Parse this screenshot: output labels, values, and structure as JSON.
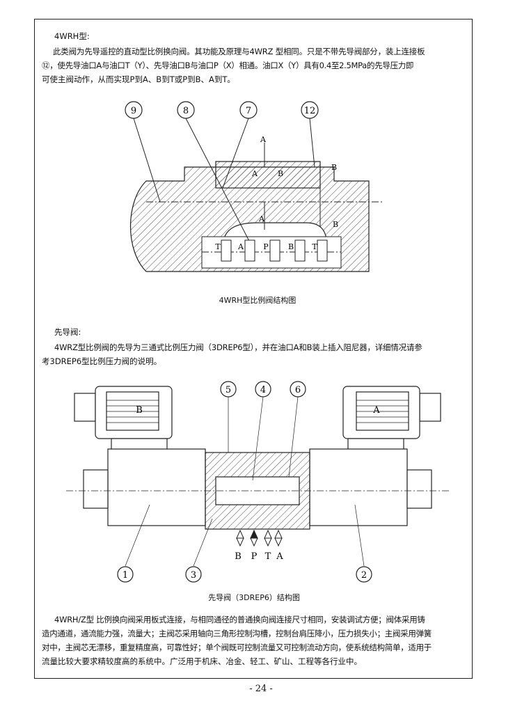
{
  "section1": {
    "heading": "4WRH型:",
    "para_lines": [
      "此类阀为先导遥控的直动型比例换向阀。其功能及原理与4WRZ 型相同。只是不带先导阀部分，装上连接板",
      "⑫，使先导油口A与油口T（Y）、先导油口B与油口P（X）相通。油口X（Y）具有0.4至2.5MPa的先导压力即",
      "可使主阀动作，从而实现P到A、B到T或P到B、A到T。"
    ]
  },
  "figure1": {
    "caption": "4WRH型比例阀结构图",
    "callouts": [
      "9",
      "8",
      "7",
      "12"
    ],
    "labels": {
      "a_top": "A",
      "b_right": "B",
      "a_mid": "A",
      "b_mid": "B",
      "a_low": "A",
      "port_t1": "T",
      "port_a": "A",
      "port_p": "P",
      "port_b": "B",
      "port_t2": "T",
      "b_low": "B"
    }
  },
  "section2": {
    "heading": "先导阀:",
    "para_lines": [
      "4WRZ型比例阀的先导为三通式比例压力阀（3DREP6型），并在油口A和B装上插入阻尼器，详细情况请参",
      "考3DREP6型比例压力阀的说明。"
    ]
  },
  "figure2": {
    "caption": "先导阀（3DREP6）结构图",
    "callouts_top": [
      "5",
      "4",
      "6"
    ],
    "callouts_bottom": [
      "1",
      "3",
      "2"
    ],
    "solenoid_left": "B",
    "solenoid_right": "A",
    "ports": [
      "B",
      "P",
      "T",
      "A"
    ]
  },
  "section3": {
    "para_lines": [
      "4WRH/Z型 比例换向阀采用板式连接，与相同通径的普通换向阀连接尺寸相同，安装调试方便；阀体采用铸",
      "造内通道，通流能力强，流量大；主阀芯采用轴向三角形控制沟槽，控制台肩压降小，压力损失小；主阀采用弹簧",
      "对中，主阀芯无漂移，重复精度高，可靠性好；单个阀既可控制流量又可控制流动方向，使系统结构简单，适用于",
      "流量比较大要求精较度高的系统中。广泛用于机床、冶金、轻工、矿山、工程等各行业中。"
    ]
  },
  "footer": {
    "page_number": "- 24 -"
  }
}
